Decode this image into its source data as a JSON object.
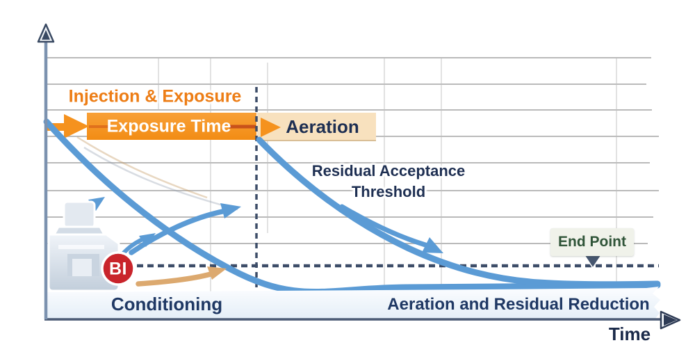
{
  "axes": {
    "x_label": "Time"
  },
  "phase_labels": {
    "injection_exposure": "Injection & Exposure",
    "exposure_time": "Exposure Time",
    "aeration": "Aeration"
  },
  "annotations": {
    "residual_acceptance_line1": "Residual Acceptance",
    "residual_acceptance_line2": "Threshold",
    "end_point": "End Point",
    "bi_badge": "BI"
  },
  "bottom_band": {
    "conditioning": "Conditioning",
    "aeration_residual": "Aeration and Residual Reduction"
  },
  "icons": {
    "sterilizer": "sterilizer-chamber-icon",
    "y_axis_arrow": "up-arrow-icon",
    "x_axis_arrow": "right-arrow-icon",
    "end_point_pointer": "down-triangle-icon"
  },
  "colors": {
    "orange_bar": "#F6921E",
    "orange_dark_line": "#C8511A",
    "orange_label_text": "#ED7D15",
    "tan_bar": "#F8E1BE",
    "navy_text": "#1F3864",
    "curve_blue": "#5B9BD5",
    "dashed_line": "#3D4D68",
    "bi_red": "#C9242B",
    "end_point_bg": "#F0F2EA",
    "end_point_text": "#2F5438",
    "band_bg": "#E9F1F8",
    "gridline": "#A9A9A9",
    "tan_arrow": "#DCA96F"
  }
}
